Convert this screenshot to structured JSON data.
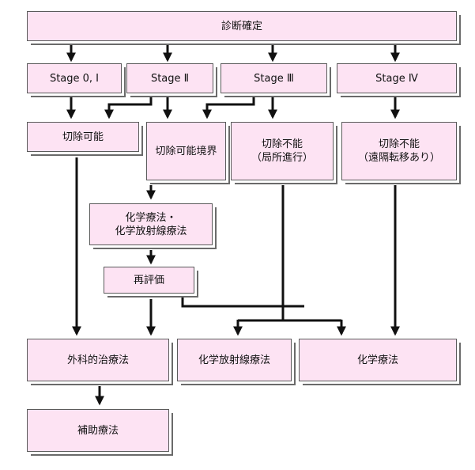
{
  "flowchart": {
    "diagnosis": "診断確定",
    "stages": {
      "s01": "Stage 0, I",
      "s2": "Stage Ⅱ",
      "s3": "Stage Ⅲ",
      "s4": "Stage Ⅳ"
    },
    "resectability": {
      "resectable": "切除可能",
      "borderline": "切除可能境界",
      "unresectable_local": "切除不能\n（局所進行）",
      "unresectable_meta": "切除不能\n（遠隔転移あり）"
    },
    "neoadjuvant": "化学療法・\n化学放射線療法",
    "reevaluation": "再評価",
    "treatments": {
      "surgery": "外科的治療法",
      "chemoradiation": "化学放射線療法",
      "chemotherapy": "化学療法"
    },
    "adjuvant": "補助療法"
  },
  "colors": {
    "box_fill": "#fde3f3",
    "border": "#5b5b5b",
    "arrow": "#111111"
  }
}
